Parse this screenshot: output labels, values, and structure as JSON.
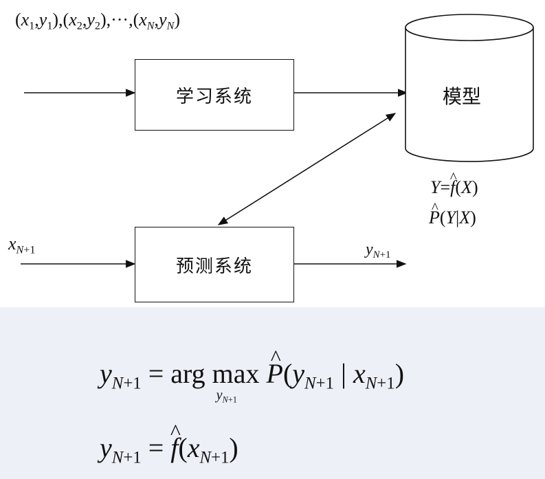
{
  "samples_label": "(x1,y1),(x2,y2),···,(xN,yN)",
  "learning_system": "学习系统",
  "prediction_system": "预测系统",
  "model": "模型",
  "model_formula_1": "Y = f(X)",
  "model_formula_2": "P(Y|X)",
  "input_label": "xN+1",
  "output_label": "yN+1",
  "eq1": "yN+1 = arg max P(yN+1 | xN+1)",
  "eq1_under": "yN+1",
  "eq2": "yN+1 = f(xN+1)"
}
